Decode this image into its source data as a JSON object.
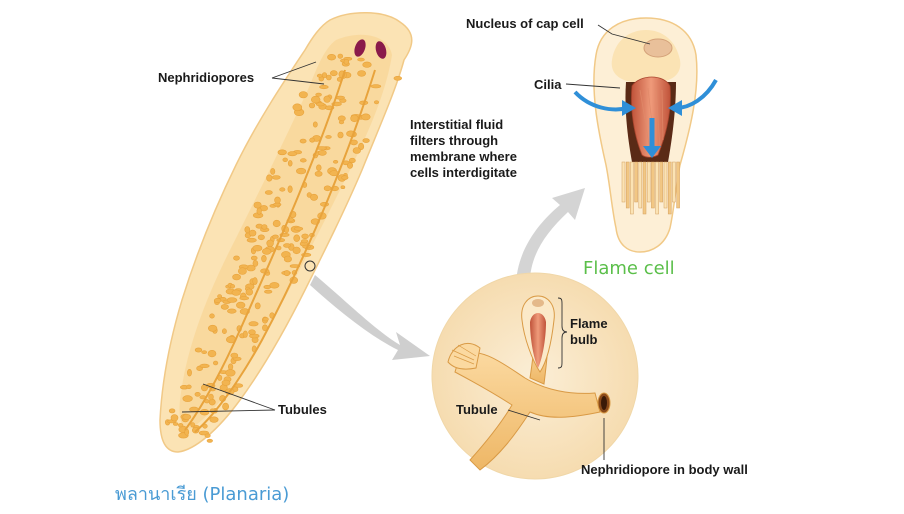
{
  "labels": {
    "nephridiopores": "Nephridiopores",
    "tubules": "Tubules",
    "nucleus_cap_cell": "Nucleus of cap cell",
    "cilia": "Cilia",
    "interstitial_fluid": "Interstitial fluid\nfilters through\nmembrane where\ncells interdigitate",
    "flame_cell": "Flame cell",
    "flame_bulb": "Flame\nbulb",
    "tubule": "Tubule",
    "nephridiopore_body_wall": "Nephridiopore in body wall",
    "planaria": "พลานาเรีย (Planaria)"
  },
  "colors": {
    "flame_cell_label": "#5bbf4a",
    "planaria_label": "#4a9bd4",
    "body_fill": "#fbe3b4",
    "tubule_color": "#f2b450",
    "arrow_blue": "#2f8fd8",
    "arrow_gray": "#cccccc"
  }
}
